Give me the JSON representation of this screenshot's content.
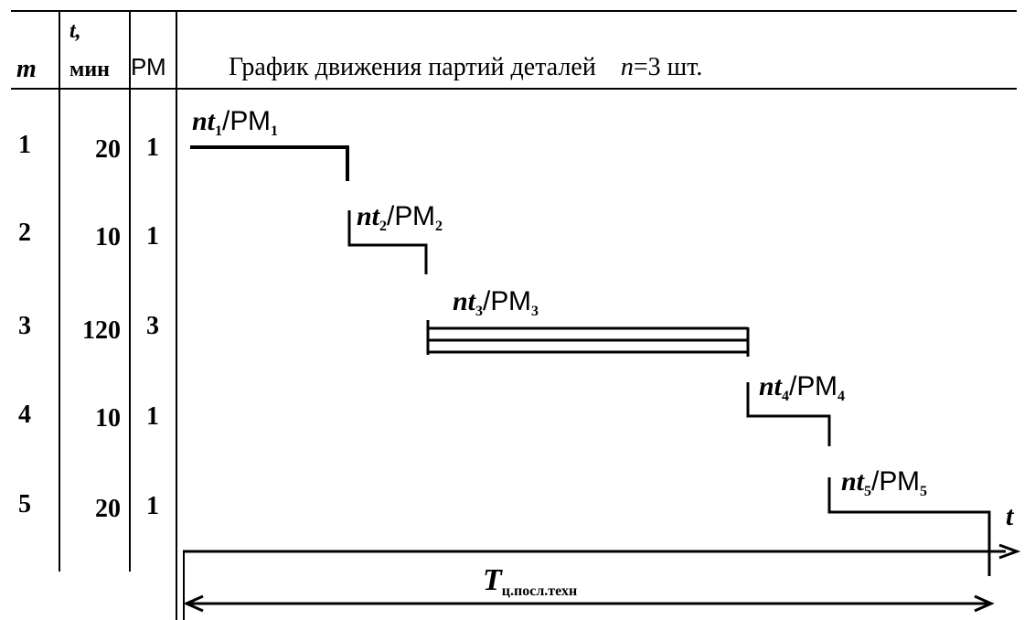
{
  "header": {
    "col_m": "m",
    "col_t_symbol": "t,",
    "col_t_unit": "мин",
    "col_pm": "РМ",
    "title": "График движения партий деталей",
    "batch_var": "n",
    "batch_value": "=3 шт."
  },
  "rows": [
    {
      "m": "1",
      "t": "20",
      "pm": "1",
      "label_prefix": "nt",
      "label_sub": "1",
      "label_mid": "/РМ",
      "label_sub2": "1"
    },
    {
      "m": "2",
      "t": "10",
      "pm": "1",
      "label_prefix": "nt",
      "label_sub": "2",
      "label_mid": "/РМ",
      "label_sub2": "2"
    },
    {
      "m": "3",
      "t": "120",
      "pm": "3",
      "label_prefix": "nt",
      "label_sub": "3",
      "label_mid": "/РМ",
      "label_sub2": "3"
    },
    {
      "m": "4",
      "t": "10",
      "pm": "1",
      "label_prefix": "nt",
      "label_sub": "4",
      "label_mid": "/РМ",
      "label_sub2": "4"
    },
    {
      "m": "5",
      "t": "20",
      "pm": "1",
      "label_prefix": "nt",
      "label_sub": "5",
      "label_mid": "/РМ",
      "label_sub2": "5"
    }
  ],
  "axis": {
    "label": "t"
  },
  "total": {
    "symbol": "T",
    "subscript": "ц.посл.техн"
  },
  "colors": {
    "ink": "#000000",
    "paper": "#ffffff"
  }
}
